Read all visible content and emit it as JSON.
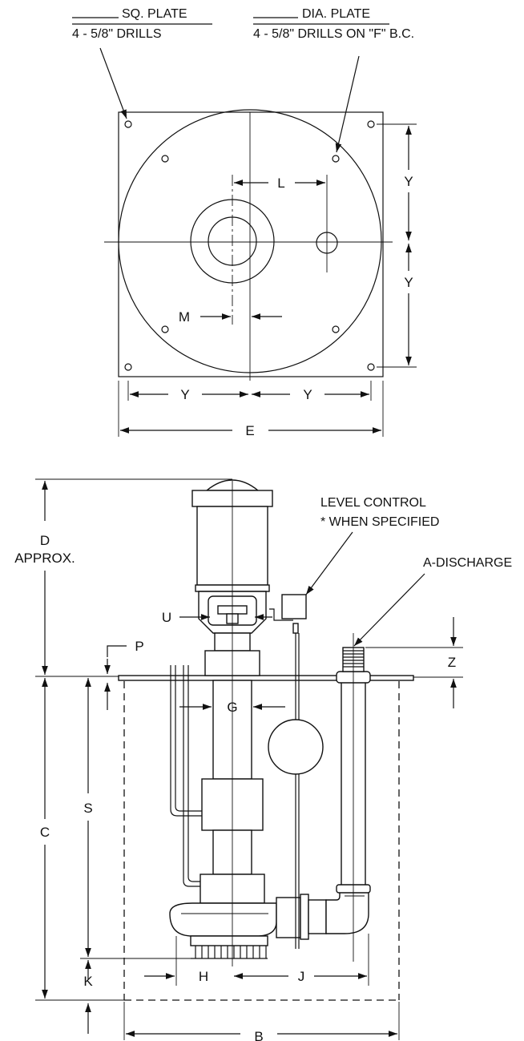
{
  "top_view": {
    "sq_plate_line1": "SQ. PLATE",
    "sq_plate_line2": "4 - 5/8\" DRILLS",
    "dia_plate_line1": "DIA. PLATE",
    "dia_plate_line2": "4 - 5/8\" DRILLS ON \"F\" B.C.",
    "dim_L": "L",
    "dim_M": "M",
    "dim_Y_right_upper": "Y",
    "dim_Y_right_lower": "Y",
    "dim_Y_bottom_left": "Y",
    "dim_Y_bottom_right": "Y",
    "dim_E": "E"
  },
  "side_view": {
    "level_control_line1": "LEVEL CONTROL",
    "level_control_line2": "* WHEN SPECIFIED",
    "a_discharge": "A-DISCHARGE",
    "dim_D": "D",
    "dim_D_note": "APPROX.",
    "dim_U": "U",
    "dim_P": "P",
    "dim_Z": "Z",
    "dim_G": "G",
    "dim_S": "S",
    "dim_C": "C",
    "dim_H": "H",
    "dim_J": "J",
    "dim_K": "K",
    "dim_B": "B"
  }
}
